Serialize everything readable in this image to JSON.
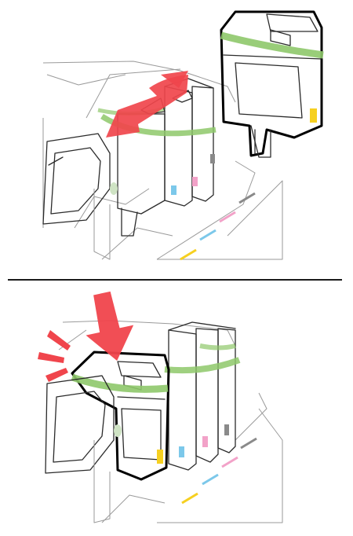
{
  "figure": {
    "panels": [
      {
        "step": "remove-old-cartridge",
        "arrow": "curved-pull-out",
        "arrow_color": "#f0454c"
      },
      {
        "step": "insert-new-cartridge",
        "arrow": "down-push",
        "arrow_color": "#f0454c",
        "click_marks": true
      }
    ],
    "colors": {
      "accent_arrow": "#f0454c",
      "handle_green": "#8ec86a",
      "yellow": "#f6d020",
      "cyan": "#7cc8ea",
      "magenta": "#f2a2c8",
      "black": "#8a8a8a"
    }
  }
}
